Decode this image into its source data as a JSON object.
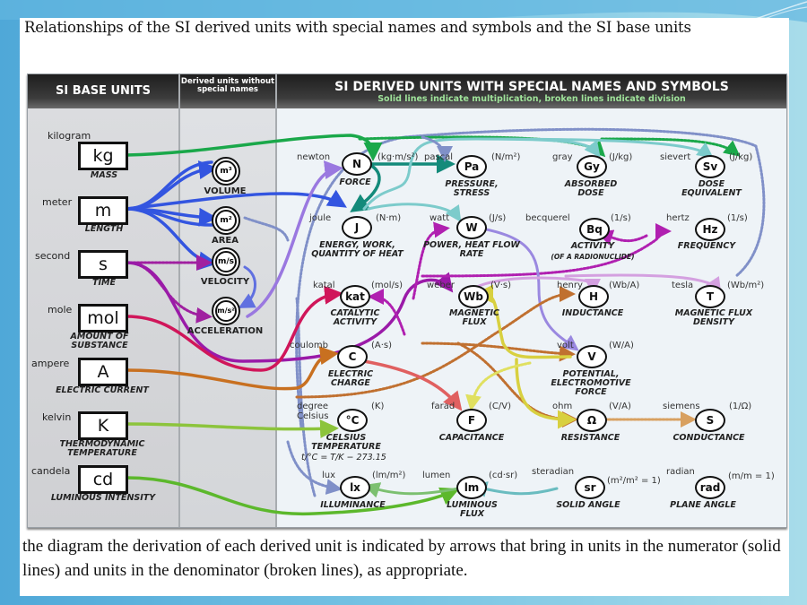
{
  "slide": {
    "title": "Relationships of the SI derived units with special names and symbols and the SI base units",
    "caption": "the diagram the derivation of each derived unit is indicated by arrows that bring in units in the numerator (solid lines) and units in the denominator (broken lines), as appropriate."
  },
  "headers": {
    "base": "SI BASE UNITS",
    "nospecial": "Derived units without special names",
    "derived": "SI DERIVED UNITS WITH SPECIAL NAMES AND SYMBOLS",
    "derived_sub": "Solid lines indicate multiplication, broken lines indicate division"
  },
  "base_units": [
    {
      "name": "kilogram",
      "symbol": "kg",
      "quantity": "MASS",
      "color": "#1aa84a"
    },
    {
      "name": "meter",
      "symbol": "m",
      "quantity": "LENGTH",
      "color": "#3355e0"
    },
    {
      "name": "second",
      "symbol": "s",
      "quantity": "TIME",
      "color": "#a020a0"
    },
    {
      "name": "mole",
      "symbol": "mol",
      "quantity": "AMOUNT OF SUBSTANCE",
      "color": "#d0165a"
    },
    {
      "name": "ampere",
      "symbol": "A",
      "quantity": "ELECTRIC CURRENT",
      "color": "#c87020"
    },
    {
      "name": "kelvin",
      "symbol": "K",
      "quantity": "THERMODYNAMIC TEMPERATURE",
      "color": "#8cc43c"
    },
    {
      "name": "candela",
      "symbol": "cd",
      "quantity": "LUMINOUS INTENSITY",
      "color": "#5cb82c"
    }
  ],
  "no_special": [
    {
      "symbol": "m³",
      "label": "VOLUME"
    },
    {
      "symbol": "m²",
      "label": "AREA"
    },
    {
      "symbol": "m/s",
      "label": "VELOCITY"
    },
    {
      "symbol": "m/s²",
      "label": "ACCELERATION"
    }
  ],
  "derived_units": [
    {
      "name": "newton",
      "symbol": "N",
      "expr": "(kg·m/s²)",
      "quantity": "FORCE"
    },
    {
      "name": "pascal",
      "symbol": "Pa",
      "expr": "(N/m²)",
      "quantity": "PRESSURE, STRESS"
    },
    {
      "name": "gray",
      "symbol": "Gy",
      "expr": "(J/kg)",
      "quantity": "ABSORBED DOSE"
    },
    {
      "name": "sievert",
      "symbol": "Sv",
      "expr": "(J/kg)",
      "quantity": "DOSE EQUIVALENT"
    },
    {
      "name": "joule",
      "symbol": "J",
      "expr": "(N·m)",
      "quantity": "ENERGY, WORK, QUANTITY OF HEAT"
    },
    {
      "name": "watt",
      "symbol": "W",
      "expr": "(J/s)",
      "quantity": "POWER, HEAT FLOW RATE"
    },
    {
      "name": "becquerel",
      "symbol": "Bq",
      "expr": "(1/s)",
      "quantity": "ACTIVITY",
      "note": "(OF A RADIONUCLIDE)"
    },
    {
      "name": "hertz",
      "symbol": "Hz",
      "expr": "(1/s)",
      "quantity": "FREQUENCY"
    },
    {
      "name": "katal",
      "symbol": "kat",
      "expr": "(mol/s)",
      "quantity": "CATALYTIC ACTIVITY"
    },
    {
      "name": "weber",
      "symbol": "Wb",
      "expr": "(V·s)",
      "quantity": "MAGNETIC FLUX"
    },
    {
      "name": "henry",
      "symbol": "H",
      "expr": "(Wb/A)",
      "quantity": "INDUCTANCE"
    },
    {
      "name": "tesla",
      "symbol": "T",
      "expr": "(Wb/m²)",
      "quantity": "MAGNETIC FLUX DENSITY"
    },
    {
      "name": "coulomb",
      "symbol": "C",
      "expr": "(A·s)",
      "quantity": "ELECTRIC CHARGE"
    },
    {
      "name": "volt",
      "symbol": "V",
      "expr": "(W/A)",
      "quantity": "POTENTIAL, ELECTROMOTIVE FORCE"
    },
    {
      "name": "degree Celsius",
      "symbol": "°C",
      "expr": "(K)",
      "quantity": "CELSIUS TEMPERATURE",
      "formula": "t/°C = T/K − 273.15"
    },
    {
      "name": "farad",
      "symbol": "F",
      "expr": "(C/V)",
      "quantity": "CAPACITANCE"
    },
    {
      "name": "ohm",
      "symbol": "Ω",
      "expr": "(V/A)",
      "quantity": "RESISTANCE"
    },
    {
      "name": "siemens",
      "symbol": "S",
      "expr": "(1/Ω)",
      "quantity": "CONDUCTANCE"
    },
    {
      "name": "lux",
      "symbol": "lx",
      "expr": "(lm/m²)",
      "quantity": "ILLUMINANCE"
    },
    {
      "name": "lumen",
      "symbol": "lm",
      "expr": "(cd·sr)",
      "quantity": "LUMINOUS FLUX"
    },
    {
      "name": "steradian",
      "symbol": "sr",
      "expr": "(m²/m² = 1)",
      "quantity": "SOLID ANGLE"
    },
    {
      "name": "radian",
      "symbol": "rad",
      "expr": "(m/m = 1)",
      "quantity": "PLANE ANGLE"
    }
  ]
}
